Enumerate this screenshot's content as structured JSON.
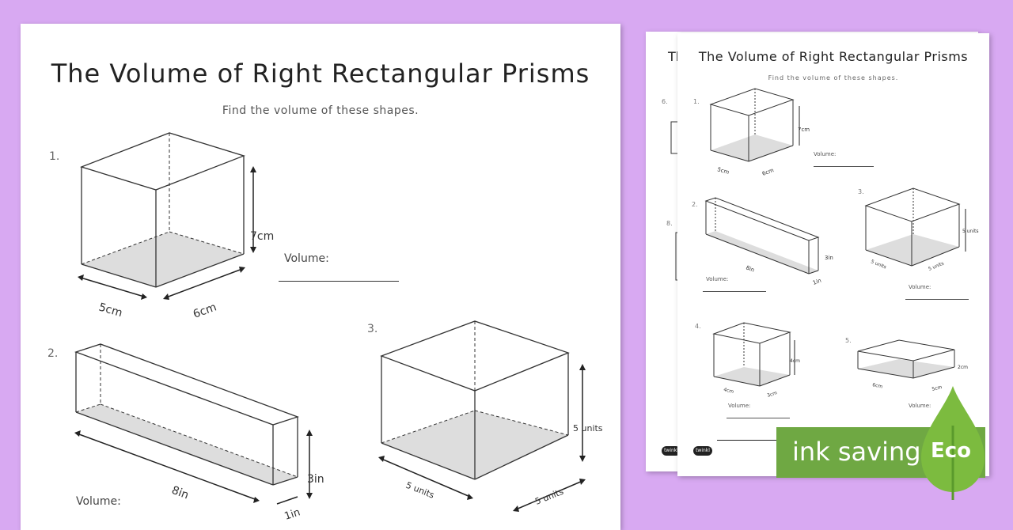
{
  "main": {
    "title": "The Volume of Right Rectangular Prisms",
    "subtitle": "Find the volume of these shapes.",
    "q1": {
      "num": "1.",
      "height": "7cm",
      "width": "5cm",
      "depth": "6cm",
      "volume_label": "Volume:"
    },
    "q2": {
      "num": "2.",
      "length": "8in",
      "height": "3in",
      "depth": "1in",
      "volume_label": "Volume:"
    },
    "q3": {
      "num": "3.",
      "height": "5 units",
      "width": "5 units",
      "depth": "5 units"
    }
  },
  "thumb": {
    "back_title_fragment": "Th",
    "back_nums": [
      "6.",
      "8."
    ],
    "title": "The Volume of Right Rectangular Prisms",
    "subtitle": "Find the volume of these shapes.",
    "q1": {
      "num": "1.",
      "h": "7cm",
      "w": "5cm",
      "d": "6cm",
      "vol": "Volume:"
    },
    "q2": {
      "num": "2.",
      "l": "8in",
      "h": "3in",
      "d": "1in",
      "vol": "Volume:"
    },
    "q3": {
      "num": "3.",
      "h": "5 units",
      "w": "5 units",
      "d": "5 units",
      "vol": "Volume:"
    },
    "q4": {
      "num": "4.",
      "h": "4cm",
      "w": "4cm",
      "d": "3cm",
      "vol": "Volume:"
    },
    "q5": {
      "num": "5.",
      "h": "2cm",
      "w": "6cm",
      "d": "5cm",
      "vol": "Volume:"
    },
    "logo": "twinkl"
  },
  "badge": {
    "label": "ink saving",
    "eco": "Eco"
  },
  "colors": {
    "background": "#d8a9f2",
    "badge": "#6fa843",
    "shade": "#dddddd"
  }
}
